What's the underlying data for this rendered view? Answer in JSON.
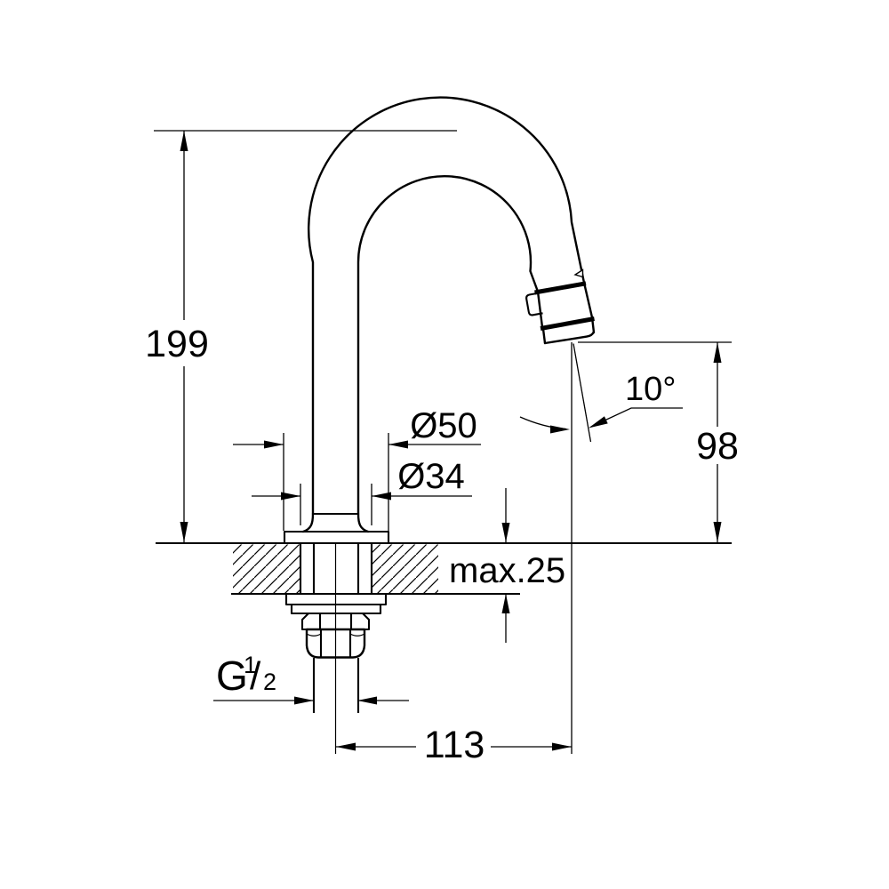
{
  "drawing": {
    "kind": "faucet-installation-dimension-drawing",
    "background_color": "#ffffff",
    "line_color": "#000000"
  },
  "labels": {
    "total_height": "199",
    "outlet_height": "98",
    "projection": "113",
    "escutcheon_diameter": "Ø50",
    "body_diameter": "Ø34",
    "max_deck_thickness": "max.25",
    "outlet_angle": "10°",
    "thread_letter": "G",
    "thread_numerator": "1",
    "thread_slash": "/",
    "thread_denominator": "2"
  }
}
